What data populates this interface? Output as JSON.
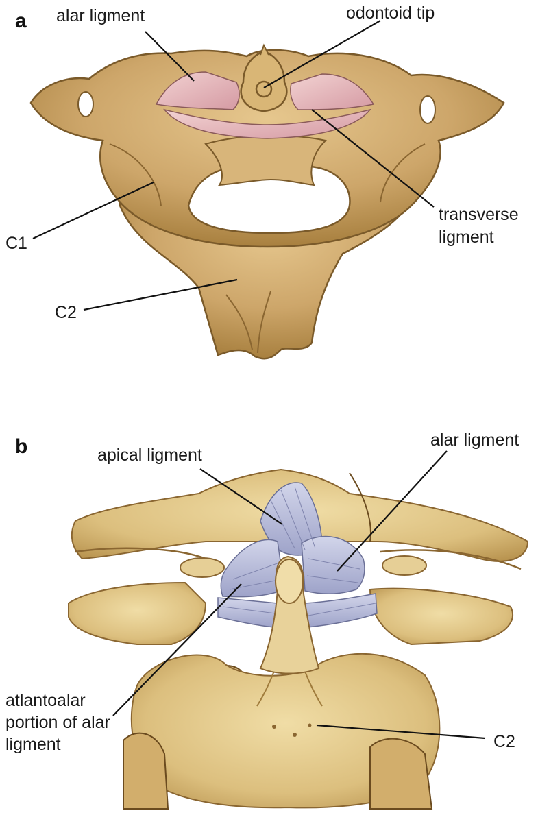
{
  "panels": [
    {
      "letter": "a",
      "labels": {
        "alar": "alar ligment",
        "odontoid": "odontoid tip",
        "transverse_1": "transverse",
        "transverse_2": "ligment",
        "c1": "C1",
        "c2": "C2"
      }
    },
    {
      "letter": "b",
      "labels": {
        "apical": "apical ligment",
        "alar": "alar ligment",
        "atlanto_1": "atlantoalar",
        "atlanto_2": "portion of alar",
        "atlanto_3": "ligment",
        "c2": "C2"
      }
    }
  ],
  "colors": {
    "bone": "#c9a467",
    "bone_light": "#e3c68d",
    "bone_dark": "#8a6631",
    "ligament_a": "#e2b3b8",
    "ligament_b": "#b4b8d6",
    "leader": "#111111"
  }
}
